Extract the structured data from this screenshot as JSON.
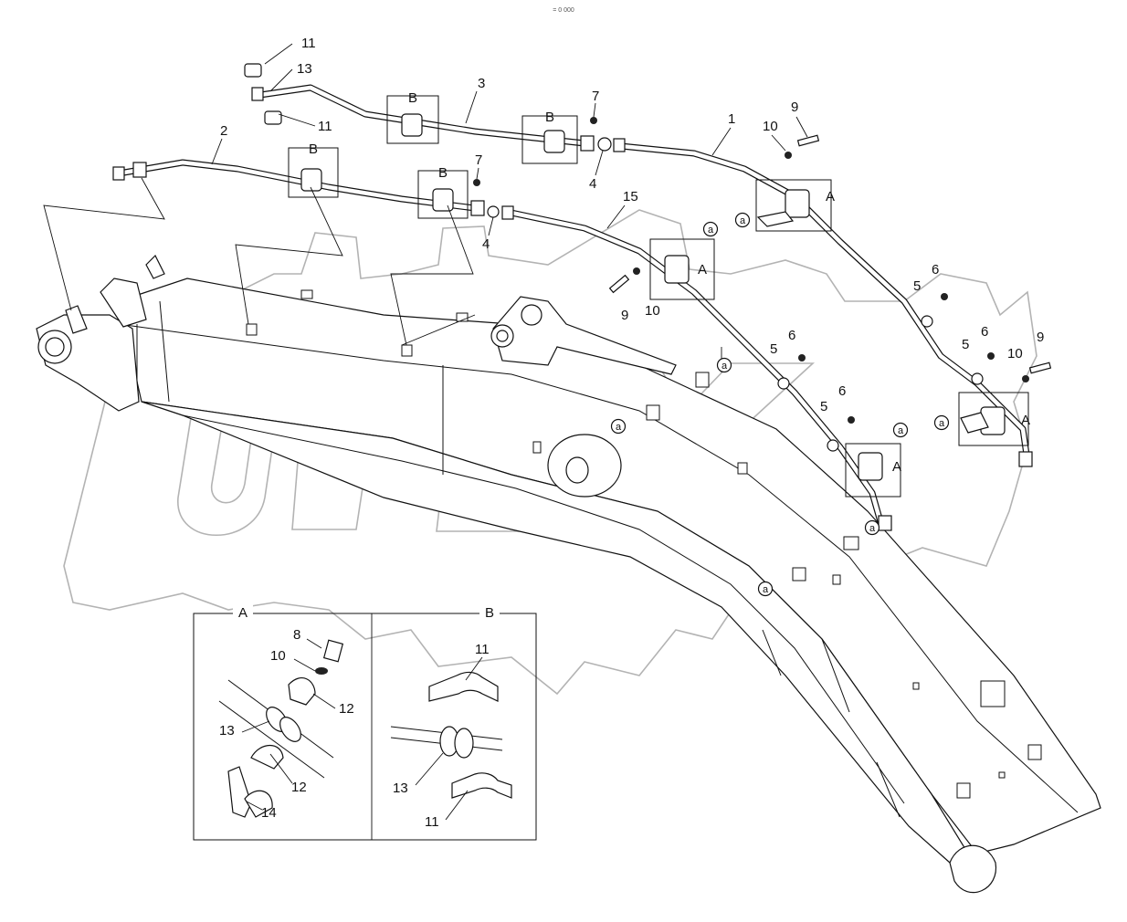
{
  "header": {
    "code": "= 0 000"
  },
  "callouts": [
    "11",
    "13",
    "11",
    "3",
    "2",
    "7",
    "7",
    "4",
    "4",
    "1",
    "15",
    "9",
    "10",
    "9",
    "10",
    "6",
    "5",
    "6",
    "5",
    "9",
    "10",
    "6",
    "5",
    "6",
    "5"
  ],
  "box_letters": {
    "a": "A",
    "b": "B"
  },
  "marker": "a",
  "detail": {
    "a_title": "A",
    "b_title": "B",
    "a_labels": [
      "8",
      "10",
      "12",
      "13",
      "12",
      "14"
    ],
    "b_labels": [
      "11",
      "13",
      "11"
    ]
  },
  "watermark": {
    "text": "OPEX",
    "color": "#9a9a9a"
  }
}
